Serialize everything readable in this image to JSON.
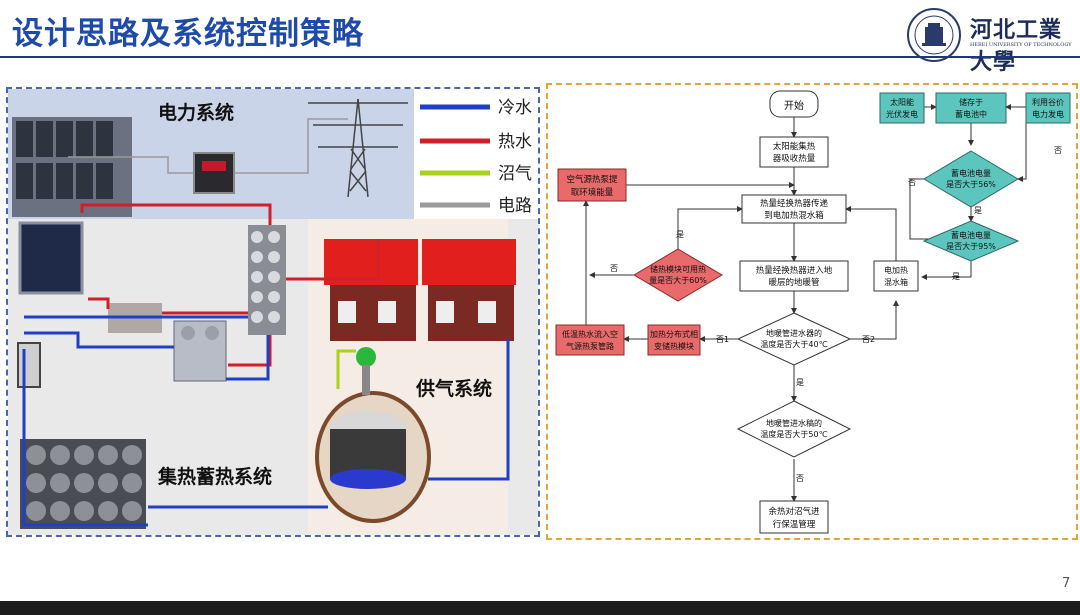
{
  "header": {
    "title": "设计思路及系统控制策略",
    "university_name": "河北工業大學",
    "university_en": "HEBEI UNIVERSITY OF TECHNOLOGY"
  },
  "left_panel": {
    "labels": {
      "power_system": "电力系统",
      "gas_supply": "供气系统",
      "heat_storage": "集热蓄热系统"
    },
    "legend": [
      {
        "label": "冷水",
        "color": "#1f3fc4"
      },
      {
        "label": "热水",
        "color": "#d01f2a"
      },
      {
        "label": "沼气",
        "color": "#a8d21b"
      },
      {
        "label": "电路",
        "color": "#9a9a9a"
      }
    ]
  },
  "flowchart": {
    "nodes": {
      "start": "开始",
      "collect_1": "太阳能集热",
      "collect_2": "器吸收热量",
      "transfer_1": "热量经换热器传递",
      "transfer_2": "到电加热混水箱",
      "to_floor_1": "热量经换热器进入地",
      "to_floor_2": "暖层的地暖管",
      "floor_temp_1": "地暖管进水器的",
      "floor_temp_2": "温度是否大于40℃",
      "floor_temp50_1": "地暖管进水稿的",
      "floor_temp50_2": "温度是否大于50℃",
      "waste_heat_1": "余热对沼气进",
      "waste_heat_2": "行保温管理",
      "heat_module_1": "加热分布式相",
      "heat_module_2": "变储热模块",
      "air_pipe_1": "低温热水流入空",
      "air_pipe_2": "气源热泵管路",
      "air_extract_1": "空气源热泵提",
      "air_extract_2": "取环境能量",
      "module_check_1": "储热模块可用热",
      "module_check_2": "量是否大于60%",
      "pv_1": "太阳能",
      "pv_2": "光伏发电",
      "store_1": "储存于",
      "store_2": "蓄电池中",
      "valley_1": "利用谷价",
      "valley_2": "电力发电",
      "battery56_1": "蓄电池电量",
      "battery56_2": "是否大于56%",
      "battery95_1": "蓄电池电量",
      "battery95_2": "是否大于95%",
      "elec_tank_1": "电加热",
      "elec_tank_2": "混水箱"
    },
    "edge_labels": {
      "yes": "是",
      "no": "否",
      "no1": "否1",
      "no2": "否2"
    }
  },
  "footer": {
    "page_number": "7"
  },
  "colors": {
    "title": "#1e4aa8",
    "rule": "#1c3a78",
    "left_border": "#4a68a8",
    "right_border": "#e1a33a",
    "teal_node": "#5cc6be",
    "red_node": "#e86a6a"
  }
}
